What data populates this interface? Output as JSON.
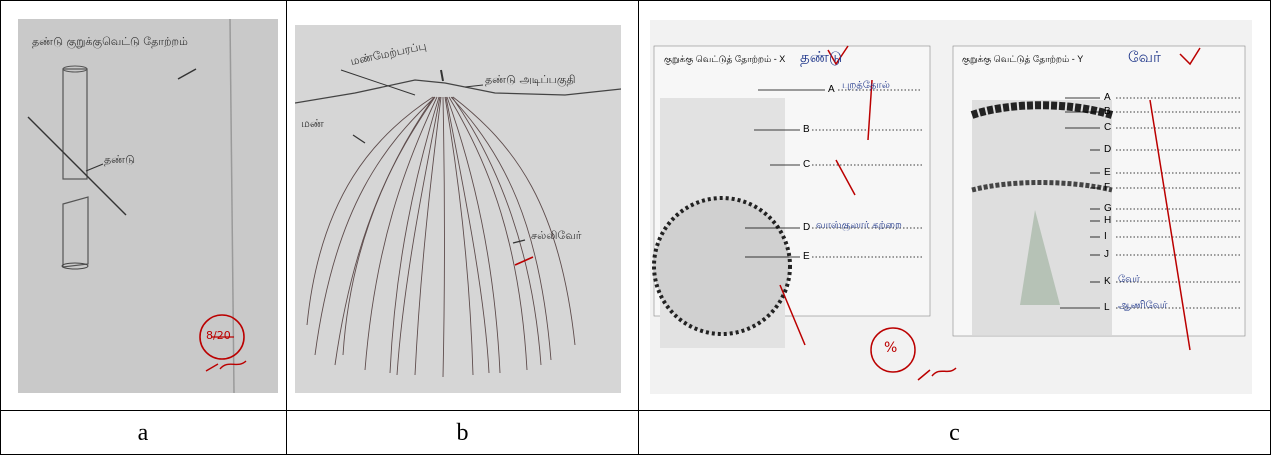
{
  "captions": {
    "a": "a",
    "b": "b",
    "c": "c"
  },
  "panel_a": {
    "title": "தண்டு குறுக்குவெட்டு தோற்றம்",
    "label_stem": "தண்டு",
    "score": "8/20"
  },
  "panel_b": {
    "label_soil_surface": "மண்மேற்பரப்பு",
    "label_stem_base": "தண்டு அடிப்பகுதி",
    "label_soil": "மண்",
    "label_fibrous_root": "சல்லிவேர்"
  },
  "panel_c": {
    "left_title": "குறுக்கு வெட்டுத் தோற்றம் - X",
    "left_answer": "தண்டு",
    "right_title": "குறுக்கு வெட்டுத் தோற்றம் - Y",
    "right_answer": "வேர்",
    "left_labels": [
      "A",
      "B",
      "C",
      "D",
      "E"
    ],
    "right_labels": [
      "A",
      "B",
      "C",
      "D",
      "E",
      "F",
      "G",
      "H",
      "I",
      "J",
      "K",
      "L"
    ],
    "left_answer_a": "புறத்தோல்",
    "left_answer_d": "வாஸ்குலார் கற்றை",
    "right_answer_k": "வேர்",
    "right_answer_l": "ஆணிவேர்",
    "score": "%"
  }
}
